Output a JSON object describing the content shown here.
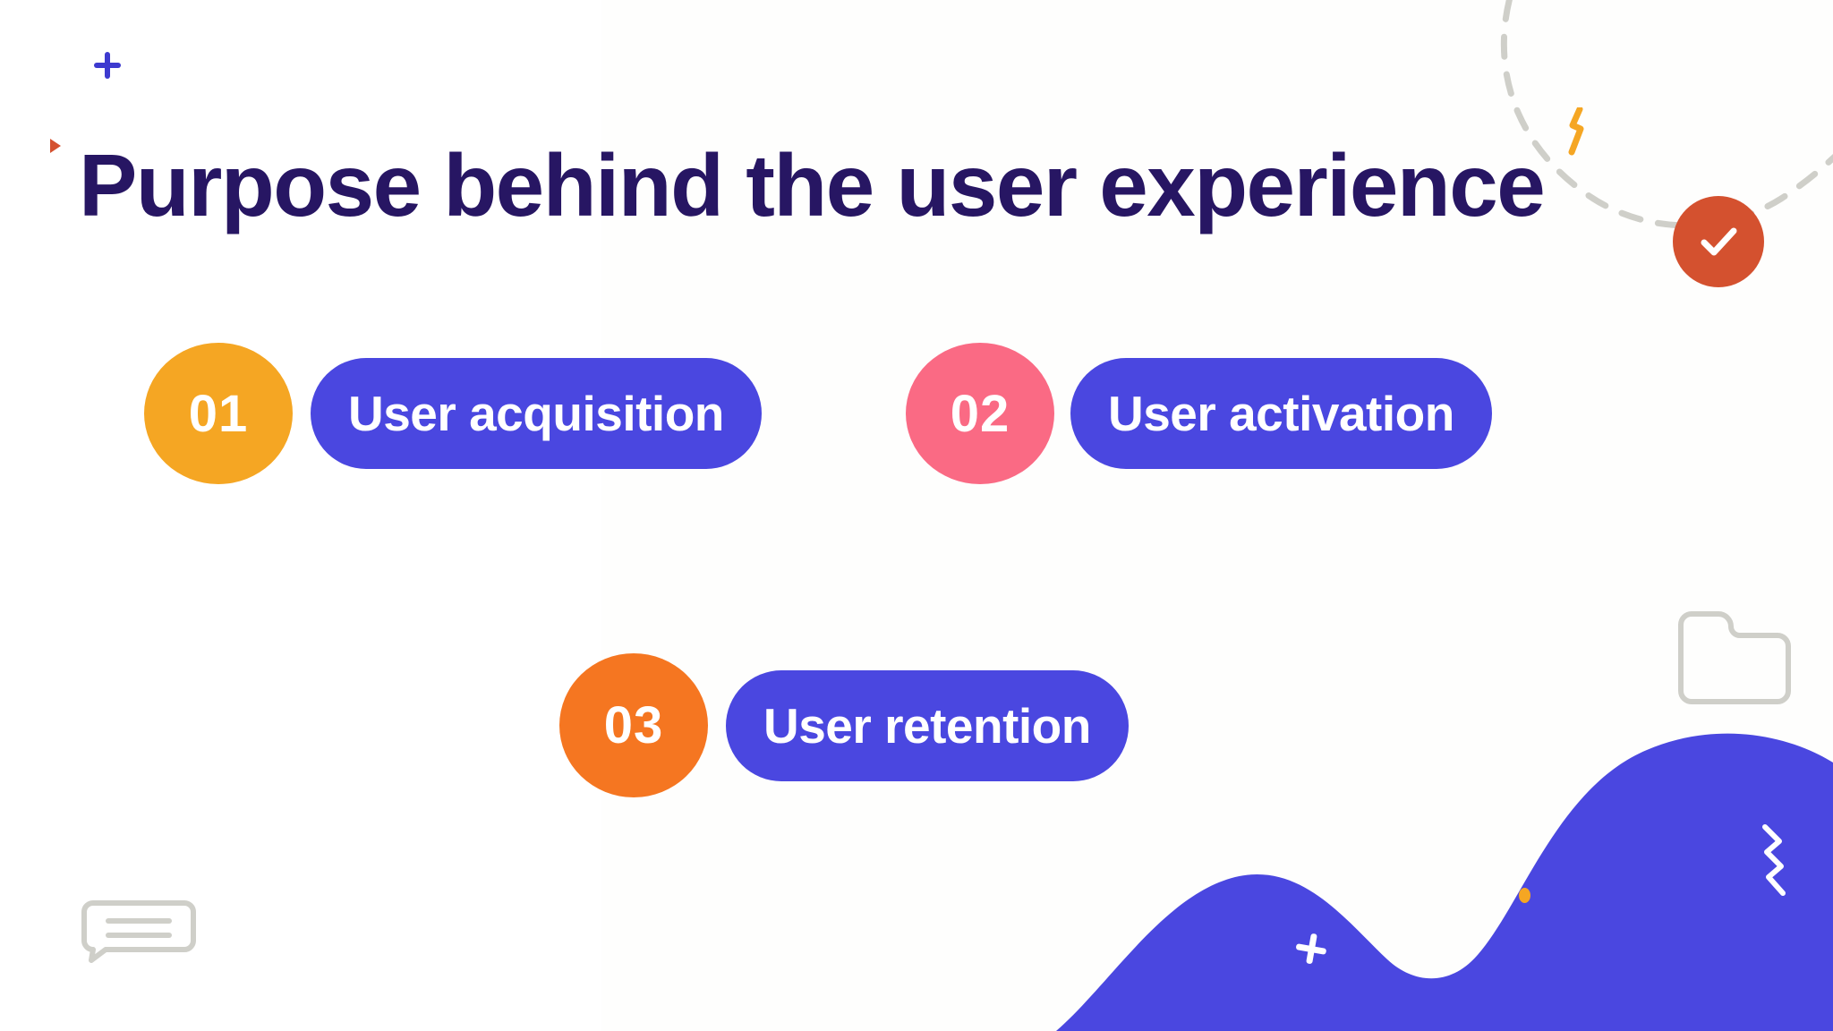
{
  "slide": {
    "title": "Purpose behind the user experience",
    "background_color": "#FFFFFF",
    "title_color": "#271663"
  },
  "steps": [
    {
      "number": "01",
      "label": "User acquisition",
      "badge_color": "#F5A623",
      "pill_color": "#4A47E0"
    },
    {
      "number": "02",
      "label": "User activation",
      "badge_color": "#FA6A84",
      "pill_color": "#4A47E0"
    },
    {
      "number": "03",
      "label": "User retention",
      "badge_color": "#F57621",
      "pill_color": "#4A47E0"
    }
  ],
  "decorations": {
    "plus_blue": {
      "name": "plus-mark",
      "color": "#3D3ACF"
    },
    "triangle_orange": {
      "name": "triangle-mark",
      "color": "#D4512F"
    },
    "dashed_curve": {
      "name": "dashed-curve",
      "color": "#CFCFC9"
    },
    "check_badge": {
      "name": "check-mark",
      "circle_color": "#D4512F",
      "glyph_color": "#FFFFFF"
    },
    "zigzag_orange": {
      "name": "zigzag-mark",
      "color": "#F5A623"
    },
    "chat_bubble": {
      "name": "chat-bubble",
      "color": "#CFCFC9"
    },
    "folder": {
      "name": "folder",
      "color": "#CFCFC9"
    },
    "wave": {
      "name": "wave-shape",
      "color": "#4A47E0"
    },
    "plus_white": {
      "name": "plus-mark",
      "color": "#FFFFFF"
    },
    "zigzag_white": {
      "name": "zigzag-mark",
      "color": "#FFFFFF"
    },
    "dot_orange": {
      "name": "dot-mark",
      "color": "#F5A623"
    }
  }
}
